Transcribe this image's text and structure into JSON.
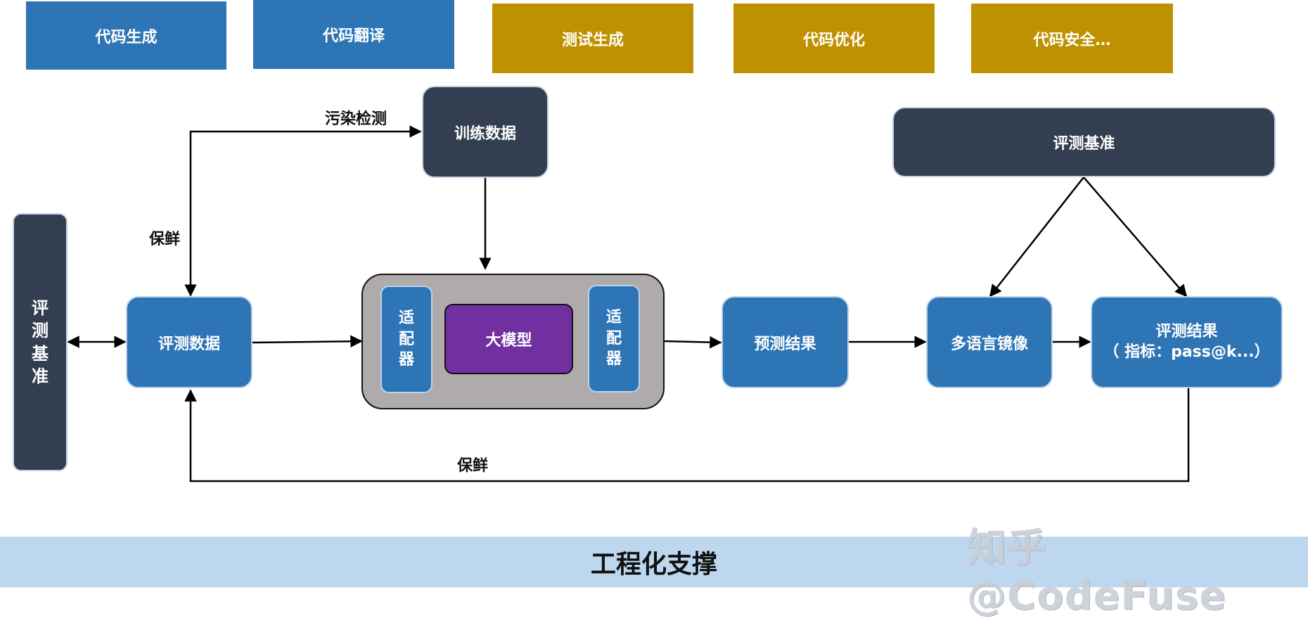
{
  "top_tasks": [
    {
      "label": "代码生成"
    },
    {
      "label": "代码翻译"
    },
    {
      "label": "测试生成"
    },
    {
      "label": "代码优化"
    },
    {
      "label": "代码安全…"
    }
  ],
  "left_benchmark": {
    "chars": [
      "评",
      "测",
      "基",
      "准"
    ]
  },
  "training_data": "训练数据",
  "eval_data": "评测数据",
  "model_group": {
    "adapter_left": [
      "适",
      "配",
      "器"
    ],
    "model": "大模型",
    "adapter_right": [
      "适",
      "配",
      "器"
    ]
  },
  "prediction": "预测结果",
  "multilang": "多语言镜像",
  "right_benchmark": "评测基准",
  "eval_result": {
    "line1": "评测结果",
    "line2": "（ 指标：pass@k...）"
  },
  "edge_labels": {
    "contamination": "污染检测",
    "fresh_top": "保鲜",
    "fresh_bottom": "保鲜"
  },
  "bottom_bar": "工程化支撑",
  "watermark": "知乎 @CodeFuse",
  "colors": {
    "blue": "#2e75b6",
    "gold": "#bf9000",
    "dark": "#333f50",
    "purple": "#7030a0",
    "gray": "#afabab",
    "bar": "#bdd7ee"
  }
}
